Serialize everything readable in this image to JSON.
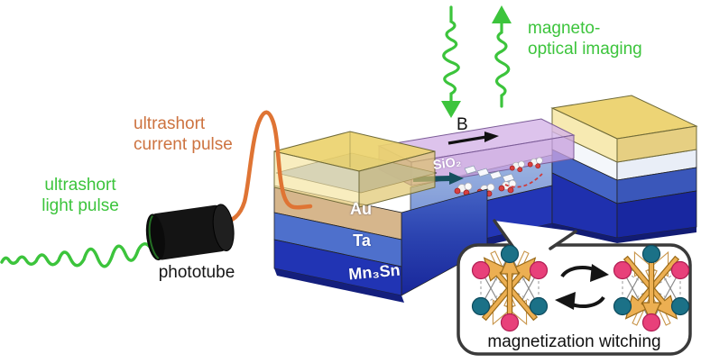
{
  "labels": {
    "light_pulse": {
      "line1": "ultrashort",
      "line2": "light pulse"
    },
    "current_pulse": {
      "line1": "ultrashort",
      "line2": "current pulse"
    },
    "magneto_optical": {
      "line1": "magneto-",
      "line2": "optical imaging"
    },
    "phototube": "phototube",
    "b_field": "B",
    "sio2": "SiO₂",
    "au": "Au",
    "ta": "Ta",
    "mn3sn": "Mn₃Sn"
  },
  "inset": {
    "caption": "magnetization witching"
  },
  "colors": {
    "pulse_green": "#3cc43c",
    "pulse_orange": "#df7434",
    "gold_contact": "#ecd26e",
    "au_layer_tan": "#d6b68c",
    "ta_layer_blue": "#4e70cc",
    "mn3sn_layer_blue": "#2134b4",
    "sio2_purple": "#cfa9e0",
    "field_arrow_black": "#111111",
    "spin_arrow_orange": "#ecaf52",
    "mn_sphere_pink": "#e8407a",
    "sn_sphere_teal": "#1b7187",
    "current_arrow_teal": "#16505e"
  }
}
